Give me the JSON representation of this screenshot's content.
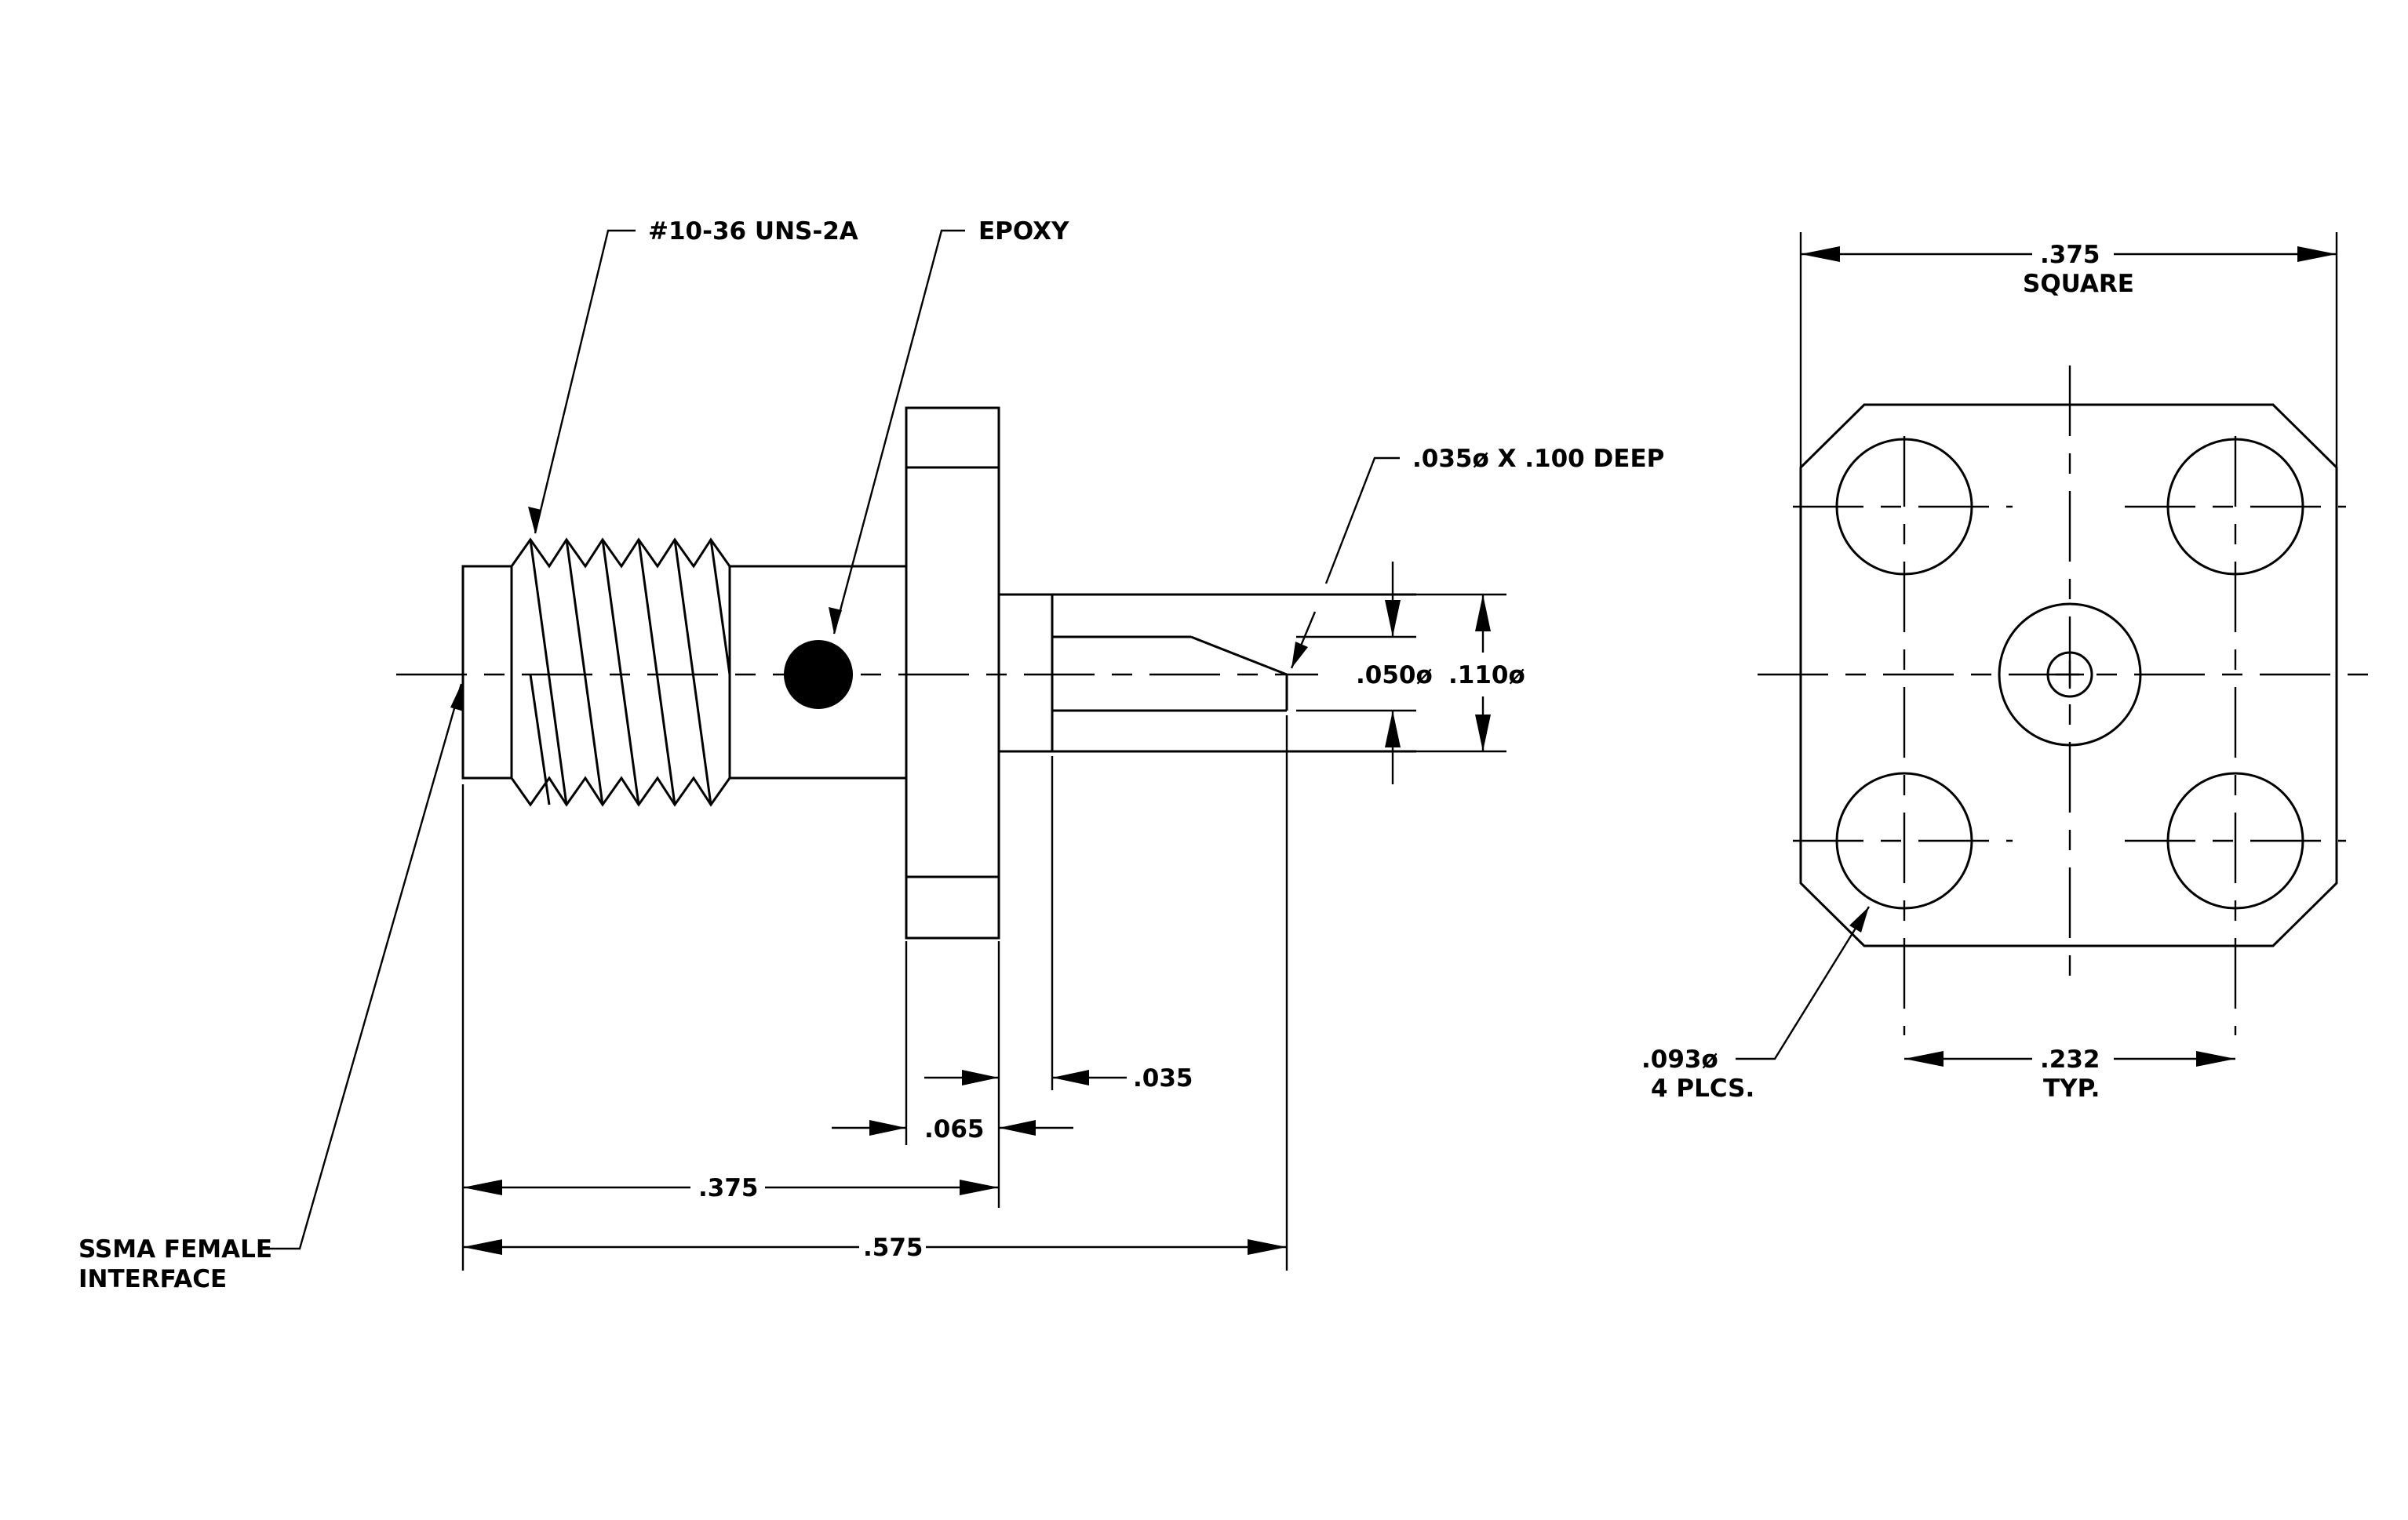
{
  "callouts": {
    "thread": "#10-36 UNS-2A",
    "epoxy": "EPOXY",
    "hole": ".035ø X .100 DEEP",
    "interface_line1": "SSMA FEMALE",
    "interface_line2": "INTERFACE",
    "flange_hole_line1": ".093ø",
    "flange_hole_line2": "4 PLCS."
  },
  "dimensions": {
    "pin_dia": ".050ø",
    "dielectric_dia": ".110ø",
    "standoff": ".035",
    "flange_thickness": ".065",
    "body_length": ".375",
    "overall_length": ".575",
    "flange_width": ".375",
    "flange_width_note": "SQUARE",
    "hole_spacing": ".232",
    "hole_spacing_note": "TYP."
  }
}
